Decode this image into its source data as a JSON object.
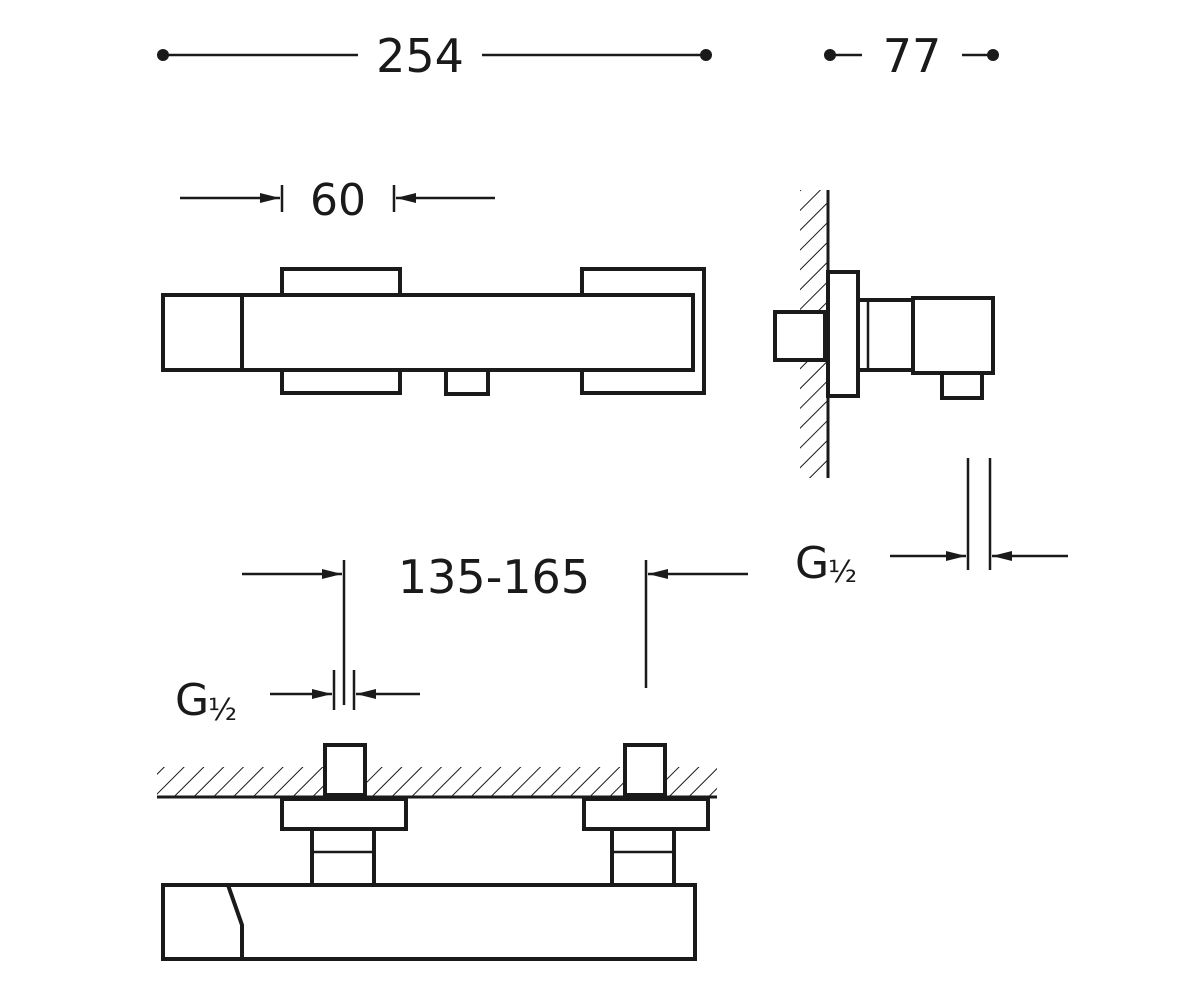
{
  "dimensions": {
    "overall_width": "254",
    "overall_depth": "77",
    "handle_width": "60",
    "centers": "135-165",
    "thread_side": {
      "main": "G",
      "fraction": "½"
    },
    "thread_bottom": {
      "main": "G",
      "fraction": "½"
    }
  },
  "colors": {
    "ink": "#1a1a1a",
    "background": "#ffffff"
  }
}
